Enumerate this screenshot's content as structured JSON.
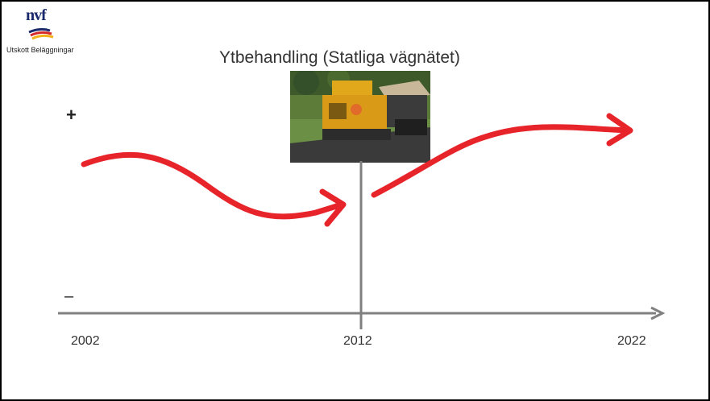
{
  "header": {
    "logo_text": "nvf",
    "committee_label": "Utskott Beläggningar"
  },
  "title": "Ytbehandling (Statliga vägnätet)",
  "scale": {
    "plus_label": "+",
    "minus_label": "–"
  },
  "timeline": {
    "years": [
      "2002",
      "2012",
      "2022"
    ]
  },
  "image": {
    "subject": "road surfacing machine on a road"
  },
  "colors": {
    "arrow": "#e8242b",
    "axis": "#808080",
    "text": "#333333"
  }
}
